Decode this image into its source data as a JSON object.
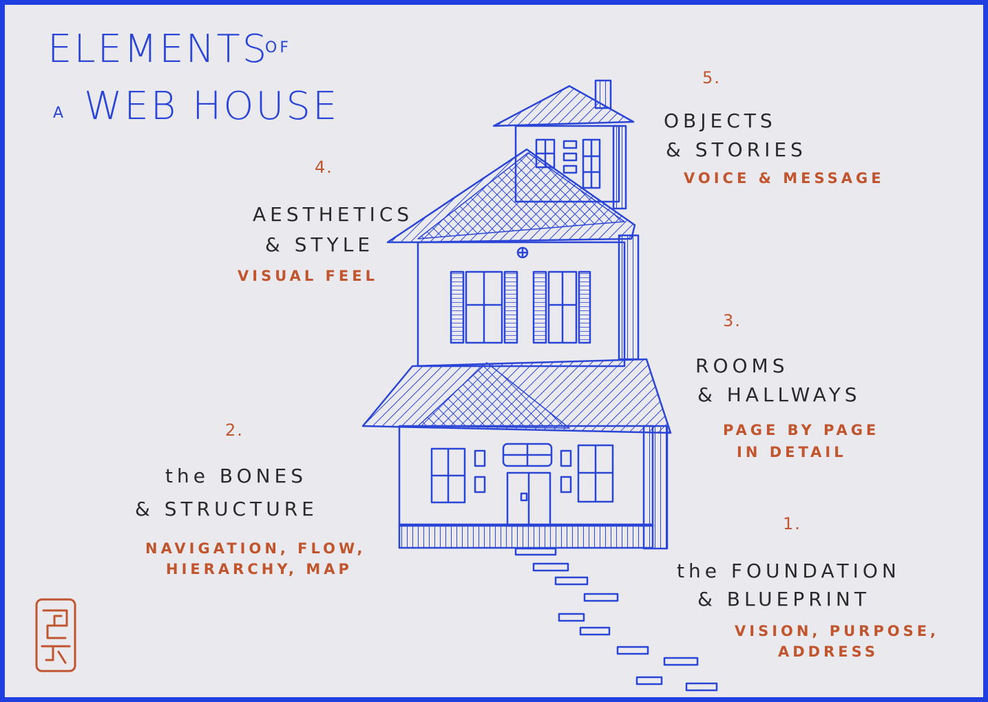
{
  "title": {
    "line1_big": "ELEMENTS",
    "line1_small": "OF",
    "line2_small": "A",
    "line2_big": "WEB HOUSE"
  },
  "elements": [
    {
      "number": "1.",
      "heading_line1": "the FOUNDATION",
      "heading_line2": "& BLUEPRINT",
      "sub_line1": "VISION, PURPOSE,",
      "sub_line2": "ADDRESS"
    },
    {
      "number": "2.",
      "heading_line1": "the BONES",
      "heading_line2": "& STRUCTURE",
      "sub_line1": "NAVIGATION, FLOW,",
      "sub_line2": "HIERARCHY, MAP"
    },
    {
      "number": "3.",
      "heading_line1": "ROOMS",
      "heading_line2": "& HALLWAYS",
      "sub_line1": "PAGE BY PAGE",
      "sub_line2": "IN DETAIL"
    },
    {
      "number": "4.",
      "heading_line1": "AESTHETICS",
      "heading_line2": "& STYLE",
      "sub_line1": "VISUAL FEEL",
      "sub_line2": ""
    },
    {
      "number": "5.",
      "heading_line1": "OBJECTS",
      "heading_line2": "& STORIES",
      "sub_line1": "VOICE & MESSAGE",
      "sub_line2": ""
    }
  ],
  "colors": {
    "frame": "#1f3fe0",
    "background": "#e9e9ee",
    "house_ink": "#2b45d6",
    "accent_ink": "#c0552e",
    "text_ink": "#2a2a2a"
  },
  "icons": {
    "house": "house-drawing",
    "stamp": "signature-seal"
  }
}
